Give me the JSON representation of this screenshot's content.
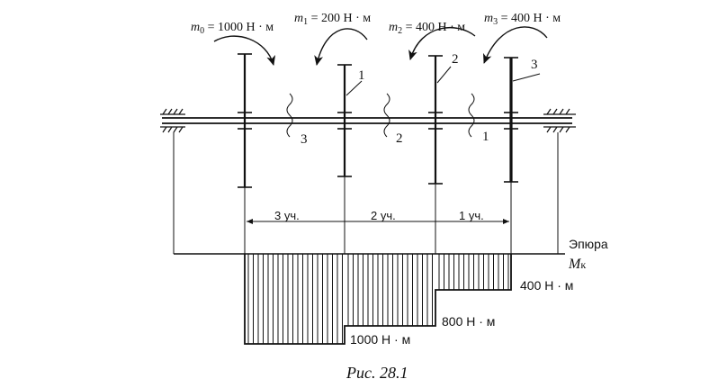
{
  "moments": [
    {
      "symbol": "m",
      "index": "0",
      "value": "1000",
      "unit": "Н · м"
    },
    {
      "symbol": "m",
      "index": "1",
      "value": "200",
      "unit": "Н · м"
    },
    {
      "symbol": "m",
      "index": "2",
      "value": "400",
      "unit": "Н · м"
    },
    {
      "symbol": "m",
      "index": "3",
      "value": "400",
      "unit": "Н · м"
    }
  ],
  "pulley_labels": [
    "1",
    "2",
    "3"
  ],
  "shaft_section_numbers": [
    "3",
    "2",
    "1"
  ],
  "section_labels": [
    "3 уч.",
    "2 уч.",
    "1 уч."
  ],
  "diagram": {
    "label_line1": "Эпюра",
    "label_symbol": "M",
    "label_subscript": "к",
    "values": [
      {
        "value": 400,
        "label": "400 Н · м"
      },
      {
        "value": 800,
        "label": "800 Н · м"
      },
      {
        "value": 1000,
        "label": "1000 Н · м"
      }
    ]
  },
  "caption": "Рис. 28.1"
}
